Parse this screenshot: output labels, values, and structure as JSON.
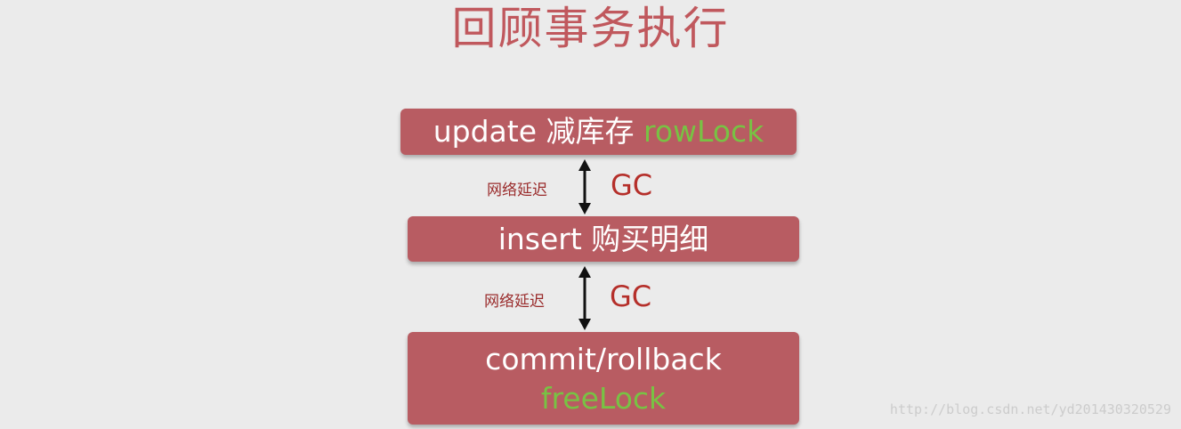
{
  "title": "回顾事务执行",
  "steps": [
    {
      "text": "update 减库存",
      "highlight": "rowLock"
    },
    {
      "text": "insert 购买明细",
      "highlight": ""
    },
    {
      "text": "commit/rollback",
      "highlight": "freeLock"
    }
  ],
  "connectors": [
    {
      "label": "网络延迟",
      "note": "GC"
    },
    {
      "label": "网络延迟",
      "note": "GC"
    }
  ],
  "watermark": "http://blog.csdn.net/yd201430320529",
  "colors": {
    "background": "#ebebeb",
    "title": "#c0585d",
    "box": "#b85c62",
    "highlight": "#78c244",
    "gc": "#b52f2a",
    "delay_label": "#9a2c2c"
  }
}
